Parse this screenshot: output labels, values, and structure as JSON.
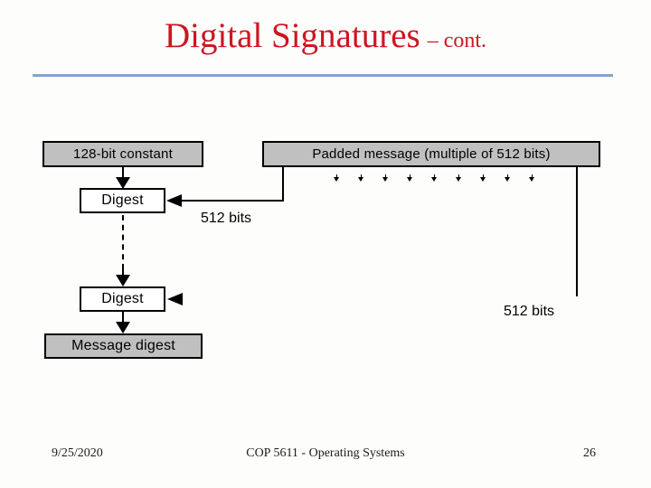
{
  "slide": {
    "title": "Digital Signatures",
    "title_suffix": "– cont."
  },
  "diagram": {
    "boxes": {
      "constant": "128-bit constant",
      "padded": "Padded message (multiple of 512 bits)",
      "digest1": "Digest",
      "digest2": "Digest",
      "message_digest": "Message digest"
    },
    "labels": {
      "bits_upper": "512 bits",
      "bits_lower": "512 bits"
    },
    "ticks": {
      "icon": "tiny-down-arrow",
      "count": 9
    },
    "colors": {
      "box_fill": "#c0c0c0",
      "stroke": "#000000"
    }
  },
  "footer": {
    "date": "9/25/2020",
    "course": "COP 5611 - Operating Systems",
    "page": "26"
  },
  "colors": {
    "title": "#cd1622",
    "rule": "#7da7c8"
  }
}
